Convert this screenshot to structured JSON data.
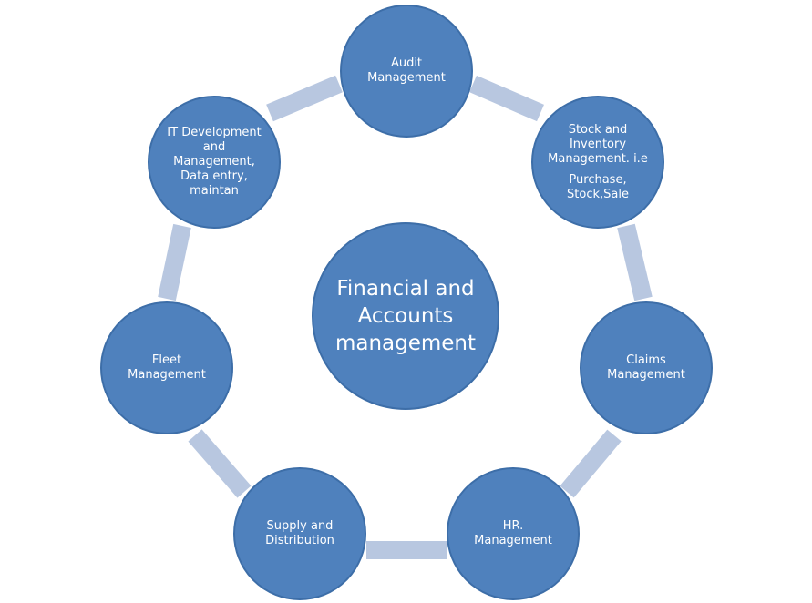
{
  "diagram": {
    "colors": {
      "node_fill": "#4f81bd",
      "connector": "#b8c7e0",
      "text": "#ffffff"
    },
    "center": {
      "label": "Financial and\nAccounts\nmanagement"
    },
    "nodes": [
      {
        "label": "Audit\nManagement"
      },
      {
        "label": "Stock and\nInventory\nManagement. i.e",
        "sublabel": "Purchase,\nStock,Sale"
      },
      {
        "label": "Claims\nManagement"
      },
      {
        "label": "HR.\nManagement"
      },
      {
        "label": "Supply and\nDistribution"
      },
      {
        "label": "Fleet\nManagement"
      },
      {
        "label": "IT Development\nand\nManagement,\nData entry,\nmaintan"
      }
    ]
  }
}
